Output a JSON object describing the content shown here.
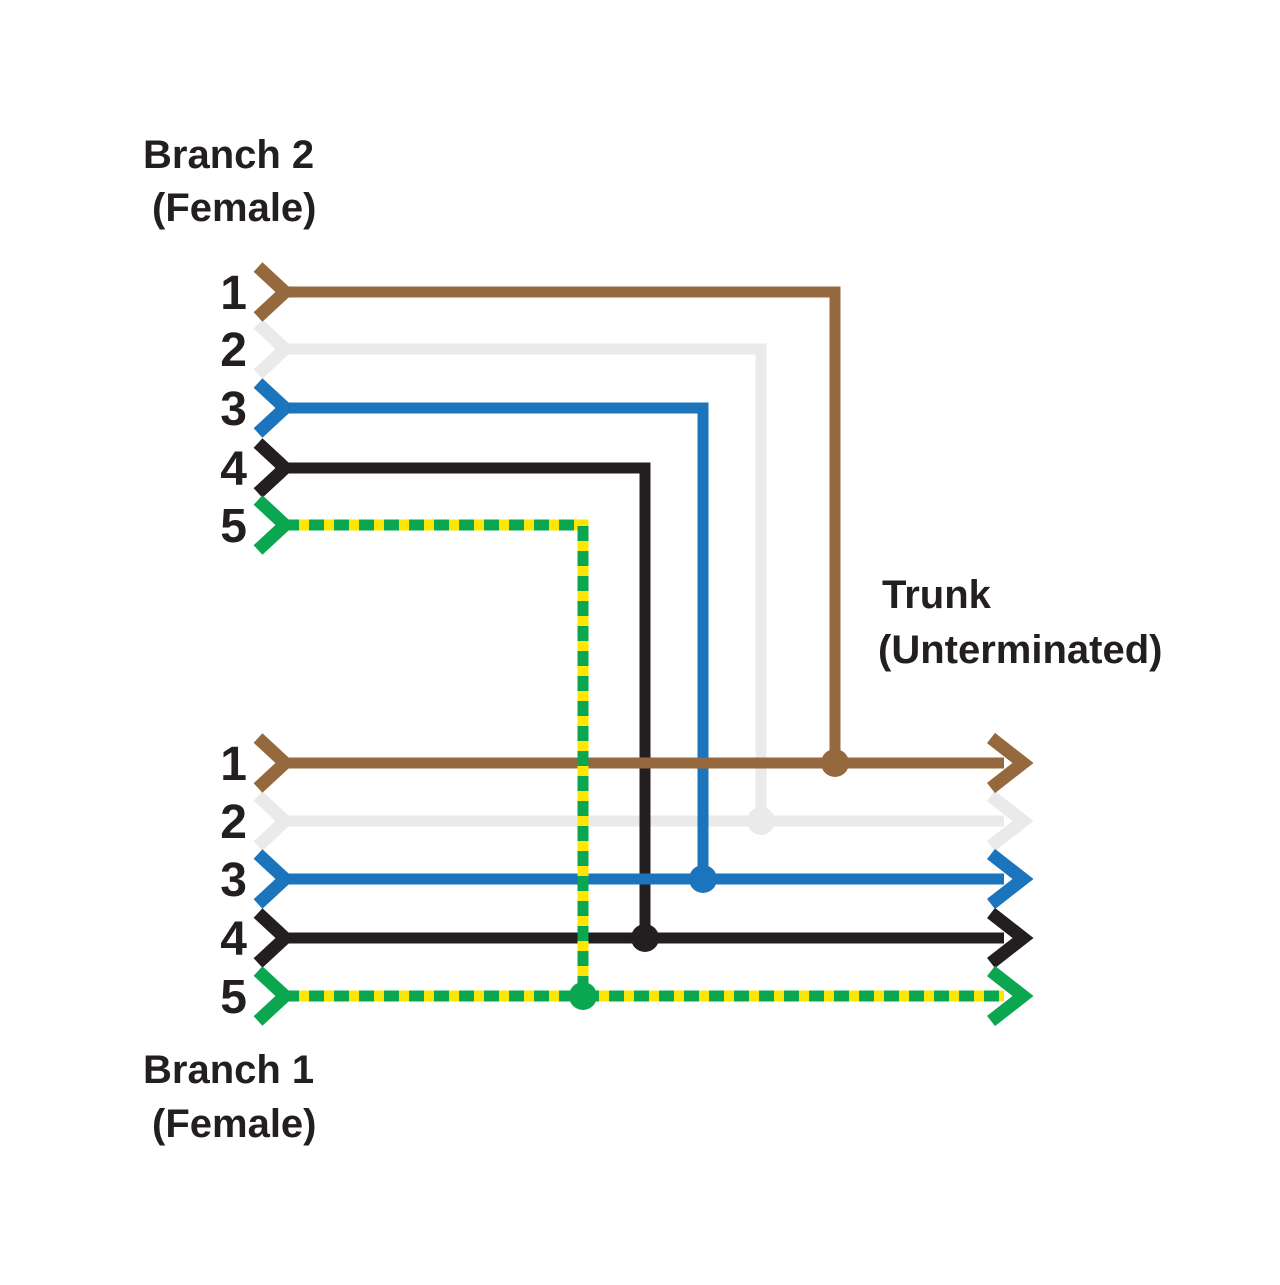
{
  "diagram": {
    "branch2": {
      "label": "Branch 2",
      "type": "(Female)",
      "pins": [
        "1",
        "2",
        "3",
        "4",
        "5"
      ]
    },
    "branch1": {
      "label": "Branch 1",
      "type": "(Female)",
      "pins": [
        "1",
        "2",
        "3",
        "4",
        "5"
      ]
    },
    "trunk": {
      "label": "Trunk",
      "type": "(Unterminated)"
    },
    "wires": [
      {
        "pin": "1",
        "color_name": "brown",
        "color": "#96683E",
        "pattern": "solid"
      },
      {
        "pin": "2",
        "color_name": "white",
        "color": "#EAEAEA",
        "pattern": "solid"
      },
      {
        "pin": "3",
        "color_name": "blue",
        "color": "#1C75BC",
        "pattern": "solid"
      },
      {
        "pin": "4",
        "color_name": "black",
        "color": "#231F20",
        "pattern": "solid"
      },
      {
        "pin": "5",
        "color_name": "green-yellow",
        "color": "#0AA650",
        "stripe_color": "#FFE600",
        "pattern": "striped"
      }
    ],
    "text_color": "#231F20",
    "background_color": "#FFFFFF"
  }
}
